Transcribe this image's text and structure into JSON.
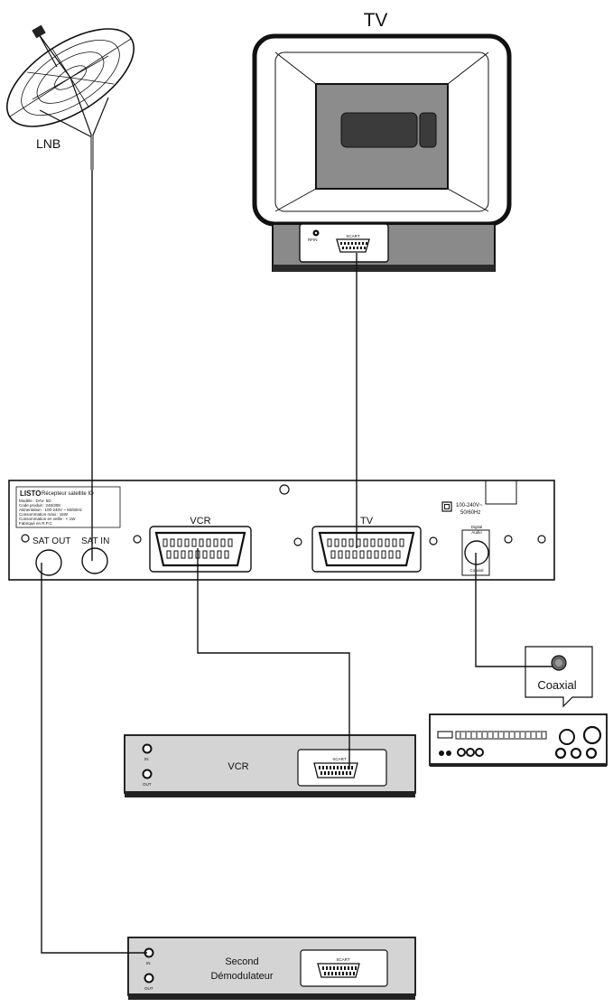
{
  "labels": {
    "lnb": "LNB",
    "tv_title": "TV",
    "tv_rf_in": "RFIN",
    "tv_scart": "SCART"
  },
  "receiver": {
    "brand": "LISTO",
    "product": "Récepteur satellite IO",
    "info_lines": [
      "Modèle : DAV- 5D",
      "Code produit : 246/308",
      "Alimentation : 100-240V ~ 50/60Hz",
      "Consommation maxi : 15W",
      "Consommation en veille : < 1W",
      "Fabriqué en R.P.C"
    ],
    "sat_out": "SAT  OUT",
    "sat_in": "SAT  IN",
    "vcr_label": "VCR",
    "tv_label": "TV",
    "power_line1": "100-240V~",
    "power_line2": "50/60Hz",
    "digital_audio_line1": "Digital",
    "digital_audio_line2": "Audio",
    "coaxial_small": "Coaxial"
  },
  "amplifier": {
    "callout": "Coaxial"
  },
  "vcr_device": {
    "name": "VCR",
    "in": "IN",
    "out": "OUT",
    "scart": "SCART"
  },
  "second_demod": {
    "line1": "Second",
    "line2": "Démodulateur",
    "in": "IN",
    "out": "OUT",
    "scart": "SCART"
  }
}
